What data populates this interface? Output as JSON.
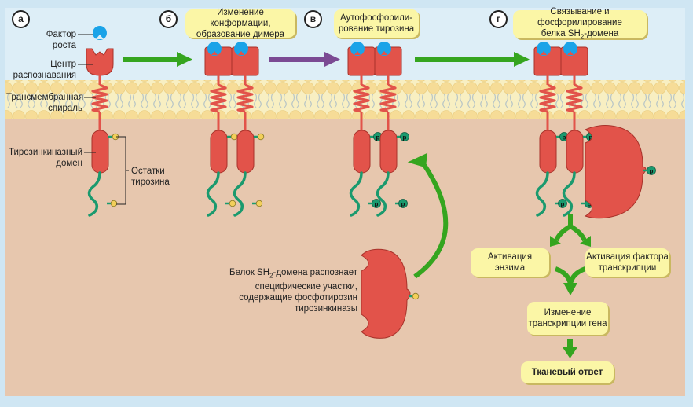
{
  "panels": [
    {
      "letter": "а"
    },
    {
      "letter": "б",
      "caption_line1": "Изменение конформации,",
      "caption_line2": "образование димера"
    },
    {
      "letter": "в",
      "caption_line1": "Аутофосфорили-",
      "caption_line2": "рование тирозина"
    },
    {
      "letter": "г",
      "caption_line1": "Связывание и фосфорилирование",
      "caption_line2_pre": "белка SH",
      "caption_line2_sub": "2",
      "caption_line2_post": "-домена"
    }
  ],
  "labels": {
    "growth_factor_1": "Фактор",
    "growth_factor_2": "роста",
    "recognition_center_1": "Центр",
    "recognition_center_2": "распознавания",
    "transmembrane_1": "Трансмембранная",
    "transmembrane_2": "спираль",
    "tk_domain_1": "Тирозинкиназный",
    "tk_domain_2": "домен",
    "tyrosine_1": "Остатки",
    "tyrosine_2": "тирозина",
    "sh2_1_pre": "Белок SH",
    "sh2_1_sub": "2",
    "sh2_1_post": "-домена распознает",
    "sh2_2": "специфические участки,",
    "sh2_3": "содержащие фосфотирозин",
    "sh2_4": "тирозинкиназы",
    "phospho": "p"
  },
  "flow": {
    "enzyme_1": "Активация",
    "enzyme_2": "энзима",
    "tf_1": "Активация фактора",
    "tf_2": "транскрипции",
    "gene_1": "Изменение",
    "gene_2": "транскрипции гена",
    "response": "Тканевый ответ"
  },
  "colors": {
    "receptor": "#e2534a",
    "ligand": "#1aa3e8",
    "tail": "#1a9a6e",
    "tyrosine": "#f2cf5a",
    "arrow_green": "#35a51f",
    "arrow_purple": "#7b4a93",
    "membrane": "#f6e6a8",
    "cytoplasm": "#e7c7ae",
    "box": "#fbf6a6"
  }
}
